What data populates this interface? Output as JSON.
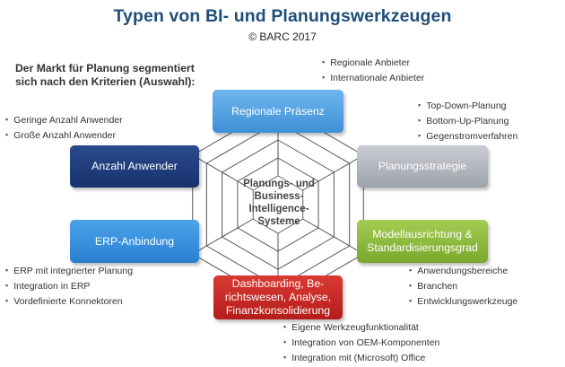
{
  "title": "Typen von BI- und Planungswerkzeugen",
  "copyright": "© BARC 2017",
  "intro": {
    "line1": "Der Markt für Planung segmentiert",
    "line2": "sich nach den Kriterien (Auswahl):"
  },
  "center": {
    "line1": "Planungs- und",
    "line2": "Business-",
    "line3": "Intelligence-",
    "line4": "Systeme"
  },
  "criteria": {
    "regional": {
      "label": "Regionale Präsenz",
      "color": "#4a9ce0",
      "bullets": [
        "Regionale Anbieter",
        "Internationale Anbieter"
      ]
    },
    "strategy": {
      "label": "Planungsstrategie",
      "color": "#b4b7bd",
      "bullets": [
        "Top-Down-Planung",
        "Bottom-Up-Planung",
        "Gegenstromverfahren"
      ]
    },
    "model": {
      "line1": "Modellausrichtung &",
      "line2": "Standardisierungsgrad",
      "color": "#8db83d",
      "bullets": [
        "Anwendungsbereiche",
        "Branchen",
        "Entwicklungswerkzeuge"
      ]
    },
    "dashboard": {
      "line1": "Dashboarding, Be-",
      "line2": "richtswesen, Analyse,",
      "line3": "Finanzkonsolidierung",
      "color": "#c82a25",
      "bullets": [
        "Eigene Werkzeugfunktionalität",
        "Integration von OEM-Komponenten",
        "Integration mit (Microsoft) Office"
      ]
    },
    "erp": {
      "label": "ERP-Anbindung",
      "color": "#3690dd",
      "bullets": [
        "ERP mit integrierter Planung",
        "Integration in ERP",
        "Vordefinierte Konnektoren"
      ]
    },
    "users": {
      "label": "Anzahl Anwender",
      "color": "#1f3d7e",
      "bullets": [
        "Geringe Anzahl Anwender",
        "Große Anzahl Anwender"
      ]
    }
  }
}
